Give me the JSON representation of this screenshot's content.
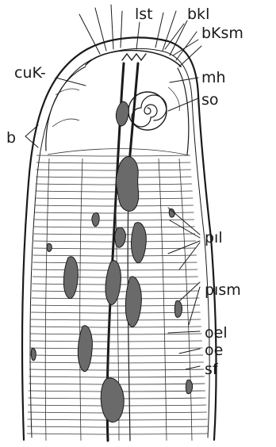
{
  "labels": {
    "lst": "lst",
    "bkl": "bkl",
    "bksm": "bKsm",
    "cuk": "cuK-",
    "mh": "mh",
    "so": "so",
    "b": "b",
    "pil": "pıl",
    "pism": "pısm",
    "oel": "oel",
    "oe": "oe",
    "sf": "sf"
  }
}
